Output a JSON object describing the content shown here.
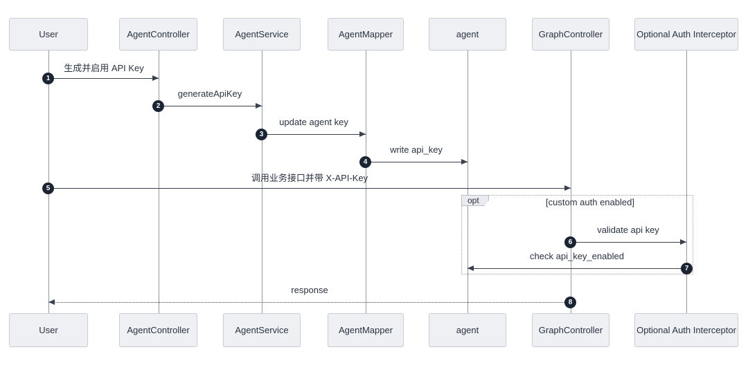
{
  "diagram_type": "sequence-diagram",
  "participants": [
    {
      "name": "User"
    },
    {
      "name": "AgentController"
    },
    {
      "name": "AgentService"
    },
    {
      "name": "AgentMapper"
    },
    {
      "name": "agent"
    },
    {
      "name": "GraphController"
    },
    {
      "name": "Optional Auth Interceptor"
    }
  ],
  "messages": [
    {
      "num": "1",
      "label": "生成并启用 API Key",
      "from": "User",
      "to": "AgentController",
      "line": "solid"
    },
    {
      "num": "2",
      "label": "generateApiKey",
      "from": "AgentController",
      "to": "AgentService",
      "line": "solid"
    },
    {
      "num": "3",
      "label": "update agent key",
      "from": "AgentService",
      "to": "AgentMapper",
      "line": "solid"
    },
    {
      "num": "4",
      "label": "write api_key",
      "from": "AgentMapper",
      "to": "agent",
      "line": "solid"
    },
    {
      "num": "5",
      "label": "调用业务接口并带 X-API-Key",
      "from": "User",
      "to": "GraphController",
      "line": "solid"
    },
    {
      "num": "6",
      "label": "validate api key",
      "from": "GraphController",
      "to": "Optional Auth Interceptor",
      "line": "solid"
    },
    {
      "num": "7",
      "label": "check api_key_enabled",
      "from": "Optional Auth Interceptor",
      "to": "agent",
      "line": "solid"
    },
    {
      "num": "8",
      "label": "response",
      "from": "GraphController",
      "to": "User",
      "line": "dotted"
    }
  ],
  "fragment": {
    "label": "opt",
    "guard": "[custom auth enabled]"
  },
  "colors": {
    "actor_fill": "#eef0f3",
    "actor_border": "#c8ccd3",
    "text": "#2a3342",
    "arrow_line": "#39404d",
    "lifeline": "#919aa3",
    "number_fill": "#1b2433",
    "number_text": "#ffffff",
    "fragment_border": "#9aa0a8",
    "fragment_tab_fill": "#e9ebef"
  }
}
